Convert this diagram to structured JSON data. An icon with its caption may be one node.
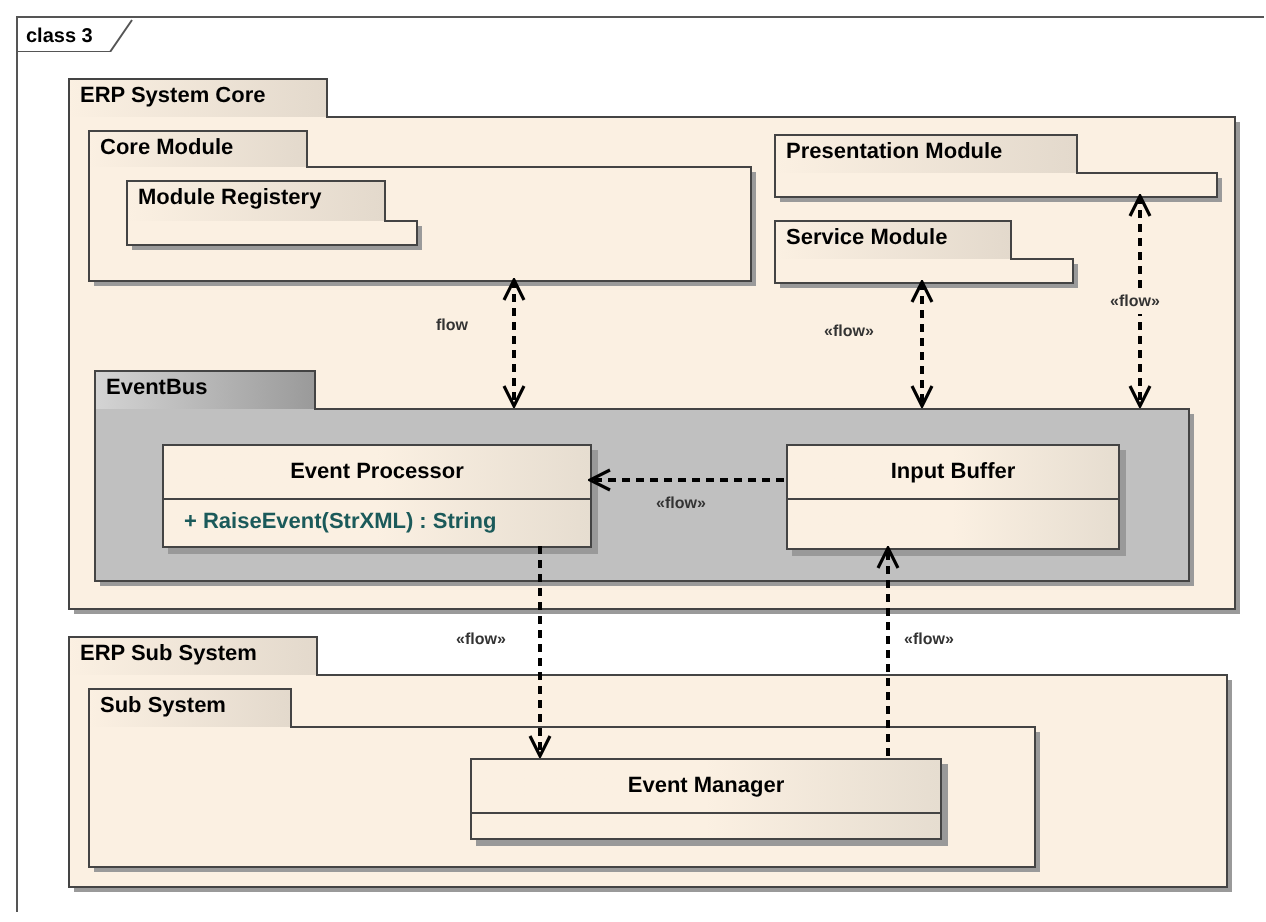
{
  "diagram": {
    "nodes": [
      {
        "text": [
          "class 3"
        ]
      },
      {
        "text": [
          "ERP System Core"
        ],
        "in": 0
      },
      {
        "text": [
          "Core Module"
        ],
        "in": 1
      },
      {
        "text": [
          "Module Registery"
        ],
        "in": 2
      },
      {
        "text": [
          "Presentation Module"
        ],
        "in": 1
      },
      {
        "text": [
          "Service Module"
        ],
        "in": 1
      },
      {
        "text": [
          "EventBus"
        ],
        "in": 1
      },
      {
        "text": [
          "Event Processor",
          "+ RaiseEvent(StrXML) : String"
        ],
        "in": 6
      },
      {
        "text": [
          "Input Buffer"
        ],
        "in": 6
      },
      {
        "text": [
          "ERP Sub System"
        ],
        "in": 0
      },
      {
        "text": [
          "Sub System"
        ],
        "in": 9
      },
      {
        "text": [
          "Event Manager"
        ],
        "in": 10
      }
    ],
    "edges": [
      {
        "from": 2,
        "to": 6,
        "arrow": "both",
        "style": "dashed",
        "label": "flow"
      },
      {
        "from": 5,
        "to": 6,
        "arrow": "both",
        "style": "dashed",
        "label": "«flow»"
      },
      {
        "from": 4,
        "to": 6,
        "arrow": "both",
        "style": "dashed",
        "label": "«flow»"
      },
      {
        "from": 8,
        "to": 7,
        "arrow": "to",
        "style": "dashed",
        "label": "«flow»"
      },
      {
        "from": 7,
        "to": 11,
        "arrow": "to",
        "style": "dashed",
        "label": "«flow»"
      },
      {
        "from": 11,
        "to": 8,
        "arrow": "to",
        "style": "dashed",
        "label": "«flow»"
      }
    ]
  }
}
